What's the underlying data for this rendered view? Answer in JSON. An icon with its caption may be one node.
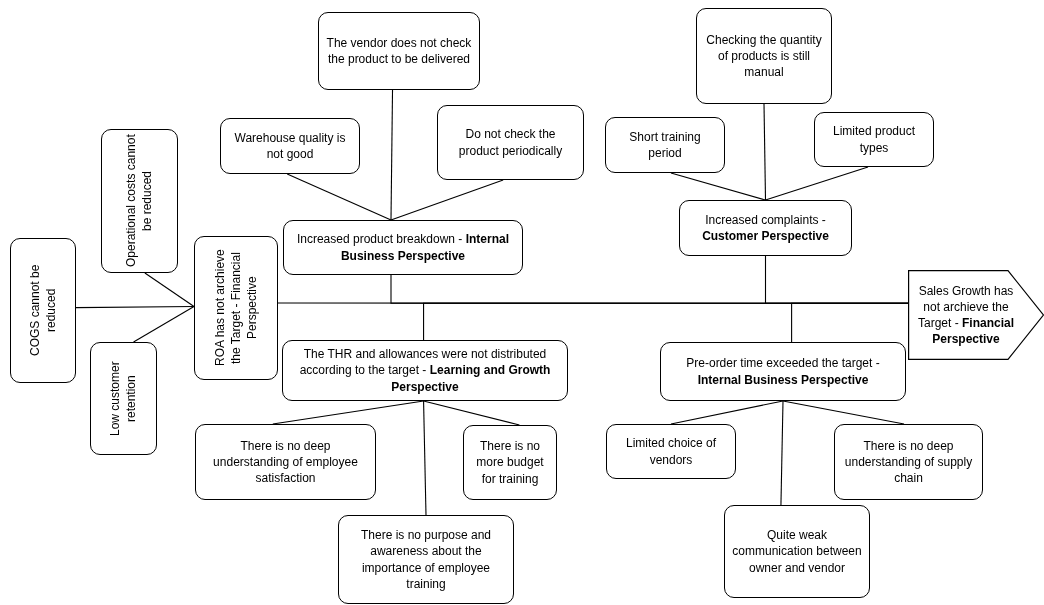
{
  "diagram": {
    "nodes": [
      {
        "text": [
          "The vendor does not check the product to be delivered"
        ]
      },
      {
        "text": [
          "Checking the quantity of products is still manual"
        ]
      },
      {
        "text": [
          "Operational costs cannot be reduced"
        ]
      },
      {
        "text": [
          "Warehouse quality is not good"
        ]
      },
      {
        "text": [
          "Do not check the product periodically"
        ]
      },
      {
        "text": [
          "Short training period"
        ]
      },
      {
        "text": [
          "Limited product types"
        ]
      },
      {
        "text": [
          "Increased product breakdown - **Internal Business Perspective**"
        ]
      },
      {
        "text": [
          "Increased complaints - **Customer Perspective**"
        ]
      },
      {
        "text": [
          "COGS cannot be reduced"
        ]
      },
      {
        "text": [
          "ROA has not archieve the Target - Financial Perspective"
        ]
      },
      {
        "text": [
          "Sales Growth has not archieve the Target - **Financial Perspective**"
        ]
      },
      {
        "text": [
          "The THR and allowances were not distributed according to the target - **Learning and Growth Perspective**"
        ]
      },
      {
        "text": [
          "Pre-order time exceeded the target - **Internal Business Perspective**"
        ]
      },
      {
        "text": [
          "Low customer retention"
        ]
      },
      {
        "text": [
          "There is no deep understanding of employee satisfaction"
        ]
      },
      {
        "text": [
          "There is no more budget for training"
        ]
      },
      {
        "text": [
          "Limited choice of vendors"
        ]
      },
      {
        "text": [
          "There is no deep understanding of supply chain"
        ]
      },
      {
        "text": [
          "There is no purpose and awareness about the importance of employee training"
        ]
      },
      {
        "text": [
          "Quite weak communication between owner and vendor"
        ]
      }
    ],
    "edges": [
      {
        "from": 9,
        "to": 10,
        "arrow": "none"
      },
      {
        "from": 2,
        "to": 10,
        "arrow": "none"
      },
      {
        "from": 14,
        "to": 10,
        "arrow": "none"
      },
      {
        "from": 3,
        "to": 7,
        "arrow": "none"
      },
      {
        "from": 0,
        "to": 7,
        "arrow": "none"
      },
      {
        "from": 4,
        "to": 7,
        "arrow": "none"
      },
      {
        "from": 5,
        "to": 8,
        "arrow": "none"
      },
      {
        "from": 1,
        "to": 8,
        "arrow": "none"
      },
      {
        "from": 6,
        "to": 8,
        "arrow": "none"
      },
      {
        "from": 15,
        "to": 12,
        "arrow": "none"
      },
      {
        "from": 19,
        "to": 12,
        "arrow": "none"
      },
      {
        "from": 16,
        "to": 12,
        "arrow": "none"
      },
      {
        "from": 17,
        "to": 13,
        "arrow": "none"
      },
      {
        "from": 20,
        "to": 13,
        "arrow": "none"
      },
      {
        "from": 18,
        "to": 13,
        "arrow": "none"
      },
      {
        "from": 10,
        "to": 11,
        "arrow": "none"
      },
      {
        "from": 7,
        "to": 11,
        "arrow": "none"
      },
      {
        "from": 12,
        "to": 11,
        "arrow": "none"
      },
      {
        "from": 8,
        "to": 11,
        "arrow": "none"
      },
      {
        "from": 13,
        "to": 11,
        "arrow": "none"
      }
    ]
  }
}
